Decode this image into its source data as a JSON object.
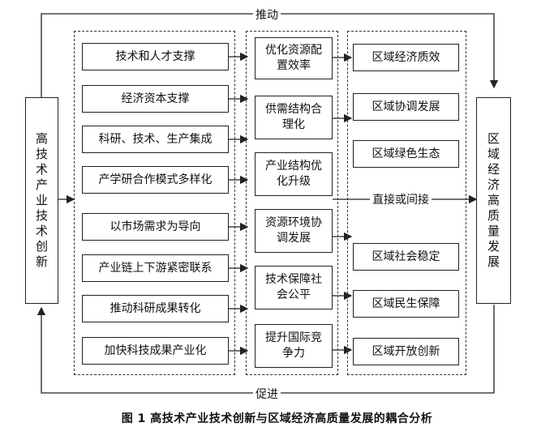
{
  "left_box": {
    "label": "高技术产业技术创新"
  },
  "right_box": {
    "label": "区域经济高质量发展"
  },
  "top_arrow_label": "推动",
  "bottom_arrow_label": "促进",
  "center_arrow_label": "直接或间接",
  "factors": [
    "技术和人才支撑",
    "经济资本支撑",
    "科研、技术、生产集成",
    "产学研合作模式多样化",
    "以市场需求为导向",
    "产业链上下游紧密联系",
    "推动科研成果转化",
    "加快科技成果产业化"
  ],
  "mechanisms": [
    "优化资源配置效率",
    "供需结构合理化",
    "产业结构优化升级",
    "资源环境协调发展",
    "技术保障社会公平",
    "提升国际竞争力"
  ],
  "outcomes": [
    "区域经济质效",
    "区域协调发展",
    "区域绿色生态",
    "区域社会稳定",
    "区域民生保障",
    "区域开放创新"
  ],
  "caption": "图 1   高技术产业技术创新与区域经济高质量发展的耦合分析"
}
